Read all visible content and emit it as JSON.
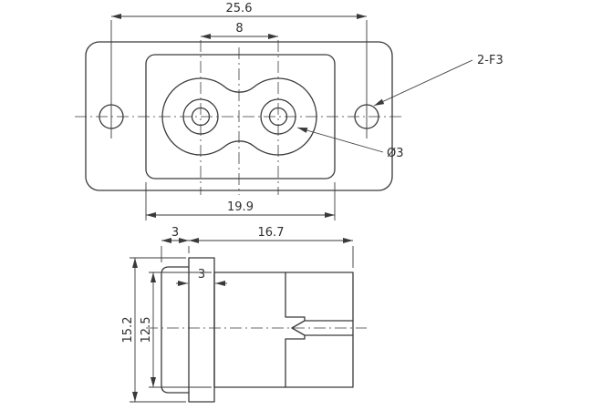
{
  "drawing": {
    "type": "engineering-dimension-drawing",
    "subject": "two-pin panel-mount power inlet, front and side views",
    "front_view": {
      "dim_mount_hole_spacing": "25.6",
      "dim_pin_spacing": "8",
      "dim_face_width": "19.9",
      "note_mount_holes": "2-F3",
      "note_pin_hole_diameter": "Ø3"
    },
    "side_view": {
      "dim_bezel_depth": "3",
      "dim_body_depth": "16.7",
      "dim_flange_thickness": "3",
      "dim_flange_height": "15.2",
      "dim_body_height": "12.5"
    },
    "colors": {
      "line": "#3a3a3a",
      "background": "#ffffff"
    }
  }
}
